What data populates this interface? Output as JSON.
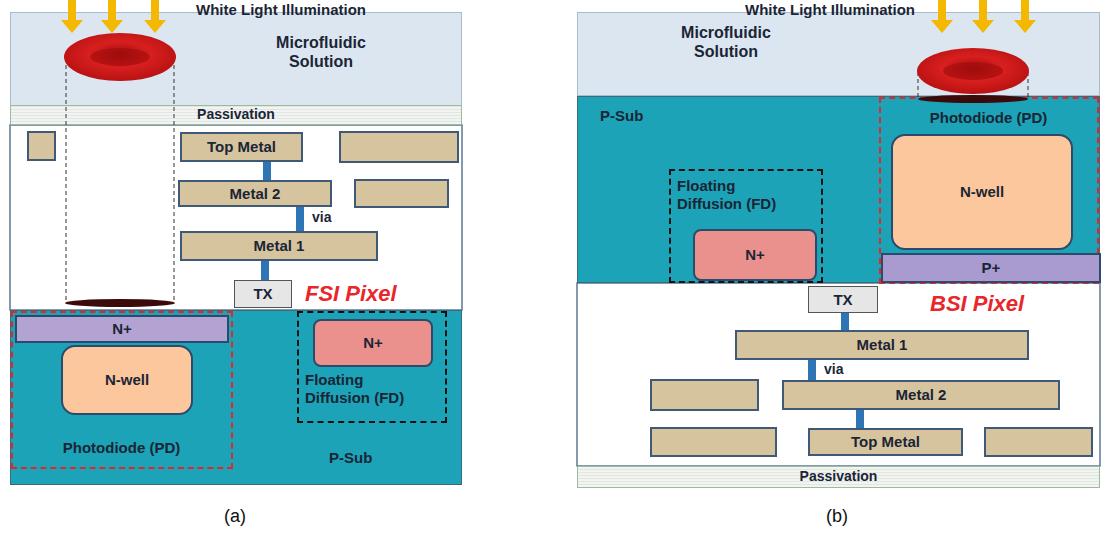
{
  "diagram": {
    "nodes": [
      {
        "text": [
          "Microfluidic Solution"
        ]
      },
      {
        "text": [
          "Passivation"
        ]
      },
      {
        "text": [
          "Top Metal"
        ]
      },
      {
        "text": [
          "Metal 2"
        ]
      },
      {
        "text": [
          "Metal 1"
        ]
      },
      {
        "text": [
          "TX"
        ]
      },
      {
        "text": [
          "P-Sub"
        ]
      },
      {
        "text": [
          "Photodiode (PD)"
        ],
        "in": 6
      },
      {
        "text": [
          "N+"
        ],
        "in": 7
      },
      {
        "text": [
          "N-well"
        ],
        "in": 7
      },
      {
        "text": [
          "Floating Diffusion (FD)"
        ],
        "in": 6
      },
      {
        "text": [
          "N+"
        ],
        "in": 10
      },
      {
        "text": [
          "Microfluidic Solution"
        ]
      },
      {
        "text": [
          "P-Sub"
        ]
      },
      {
        "text": [
          "Floating Diffusion (FD)"
        ],
        "in": 13
      },
      {
        "text": [
          "N+"
        ],
        "in": 14
      },
      {
        "text": [
          "Photodiode (PD)"
        ],
        "in": 13
      },
      {
        "text": [
          "N-well"
        ],
        "in": 16
      },
      {
        "text": [
          "P+"
        ],
        "in": 16
      },
      {
        "text": [
          "TX"
        ]
      },
      {
        "text": [
          "Metal 1"
        ]
      },
      {
        "text": [
          "Metal 2"
        ]
      },
      {
        "text": [
          "Top Metal"
        ]
      },
      {
        "text": [
          "Passivation"
        ]
      }
    ],
    "edges": [
      {
        "from": 2,
        "to": 3,
        "arrow": "none"
      },
      {
        "from": 3,
        "to": 4,
        "label": "via",
        "arrow": "none"
      },
      {
        "from": 4,
        "to": 5,
        "arrow": "none"
      },
      {
        "from": 19,
        "to": 20,
        "arrow": "none"
      },
      {
        "from": 20,
        "to": 21,
        "label": "via",
        "arrow": "none"
      },
      {
        "from": 21,
        "to": 22,
        "arrow": "none"
      }
    ],
    "labels": [
      "White Light Illumination",
      "FSI Pixel",
      "(a)",
      "White Light Illumination",
      "BSI Pixel",
      "(b)"
    ]
  }
}
